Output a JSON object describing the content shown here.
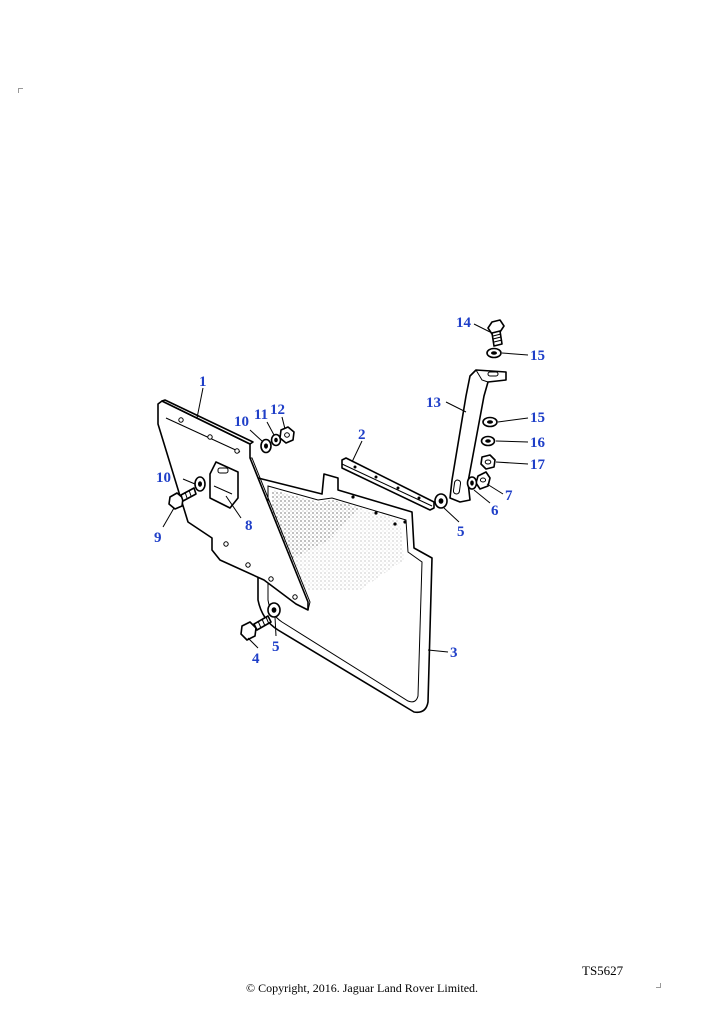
{
  "callouts": {
    "c1": "1",
    "c2": "2",
    "c3": "3",
    "c4": "4",
    "c5a": "5",
    "c5b": "5",
    "c6": "6",
    "c7": "7",
    "c8": "8",
    "c9": "9",
    "c10a": "10",
    "c10b": "10",
    "c11": "11",
    "c12": "12",
    "c13": "13",
    "c14": "14",
    "c15a": "15",
    "c15b": "15",
    "c16": "16",
    "c17": "17"
  },
  "drawing_ref": "TS5627",
  "copyright": "© Copyright, 2016. Jaguar Land Rover Limited.",
  "colors": {
    "callout": "#1f3fc8",
    "line": "#000000",
    "background": "#ffffff"
  }
}
